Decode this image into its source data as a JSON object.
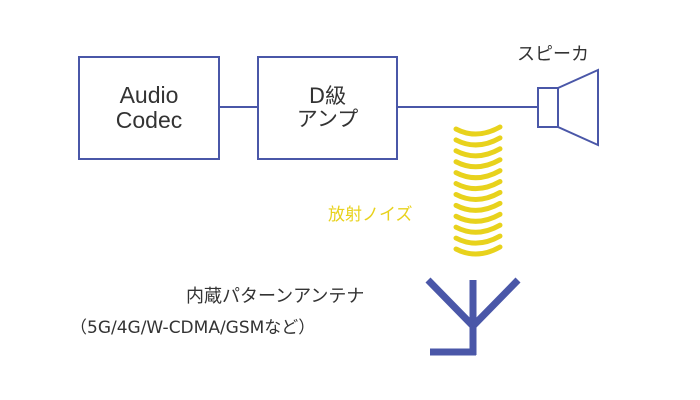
{
  "blocks": {
    "codec": {
      "line1": "Audio",
      "line2": "Codec"
    },
    "amp": {
      "line1": "D級",
      "line2": "アンプ"
    }
  },
  "labels": {
    "speaker": "スピーカ",
    "noise": "放射ノイズ",
    "antenna_title": "内蔵パターンアンテナ",
    "antenna_subtitle": "（5G/4G/W-CDMA/GSMなど）"
  },
  "colors": {
    "stroke": "#4a57a8",
    "noise": "#e8d21c",
    "text": "#333333"
  },
  "icons": {
    "speaker": "speaker-icon",
    "antenna": "antenna-icon",
    "noise_waves": "radiated-noise-waves"
  }
}
